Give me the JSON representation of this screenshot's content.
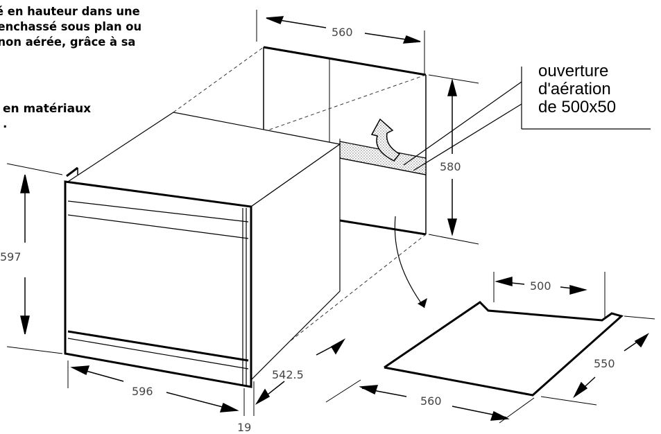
{
  "intro_lines": [
    "ré en hauteur dans une",
    "enchassé sous plan ou",
    "non aérée, grâce à sa"
  ],
  "materials_lines": [
    "en matériaux",
    "."
  ],
  "vent_note_lines": [
    "ouverture",
    "d'aération",
    "de 500x50"
  ],
  "dimensions": {
    "niche_width": "560",
    "niche_height": "580",
    "oven_height": "597",
    "oven_width": "596",
    "oven_depth": "542.5",
    "front_thickness": "19",
    "cutout_width": "500",
    "shelf_width": "560",
    "shelf_depth": "550"
  }
}
